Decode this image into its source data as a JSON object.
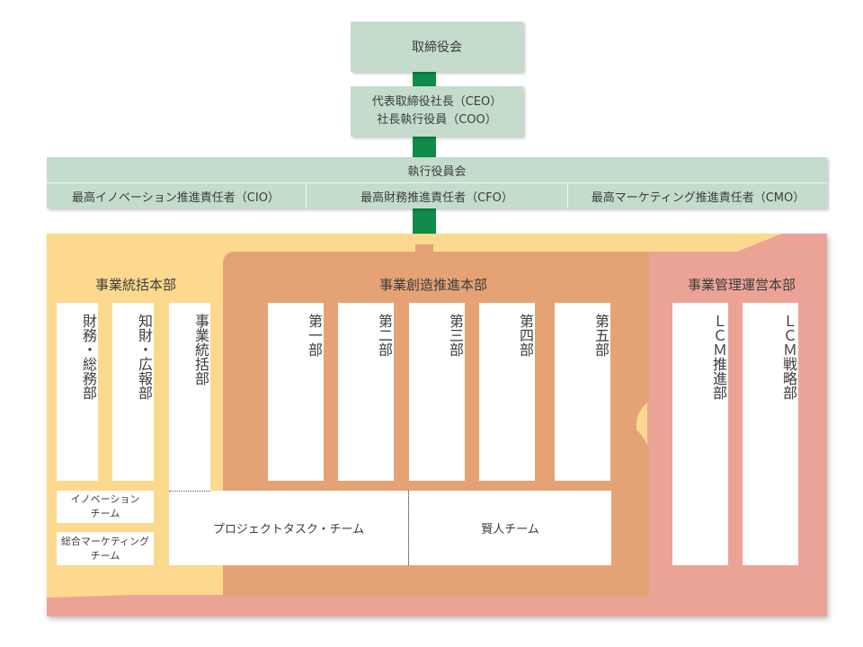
{
  "board": {
    "label": "取締役会"
  },
  "ceo": {
    "line1": "代表取締役社長（CEO）",
    "line2": "社長執行役員（COO）"
  },
  "executive_committee": {
    "title": "執行役員会",
    "officers": [
      "最高イノベーション推進責任者（CIO）",
      "最高財務推進責任者（CFO）",
      "最高マーケティング推進責任者（CMO）"
    ]
  },
  "integration_hq": {
    "title": "事業統括本部",
    "depts": [
      "財務・総務部",
      "知財・広報部",
      "事業統括部"
    ],
    "teams": [
      {
        "line1": "イノベーション",
        "line2": "チーム"
      },
      {
        "line1": "総合マーケティング",
        "line2": "チーム"
      }
    ]
  },
  "creation_hq": {
    "title": "事業創造推進本部",
    "depts": [
      "第一部",
      "第二部",
      "第三部",
      "第四部",
      "第五部"
    ]
  },
  "cross_teams": {
    "project": "プロジェクトタスク・チーム",
    "wisemen": "賢人チーム"
  },
  "management_hq": {
    "title": "事業管理運営本部",
    "depts": [
      "ＬＣＭ推進部",
      "ＬＣＭ戦略部"
    ]
  },
  "colors": {
    "mint": "#c4dccb",
    "green_connector": "#0f8c4a",
    "yellow": "#fcd98e",
    "orange": "#e5a275",
    "pink": "#eba396"
  }
}
